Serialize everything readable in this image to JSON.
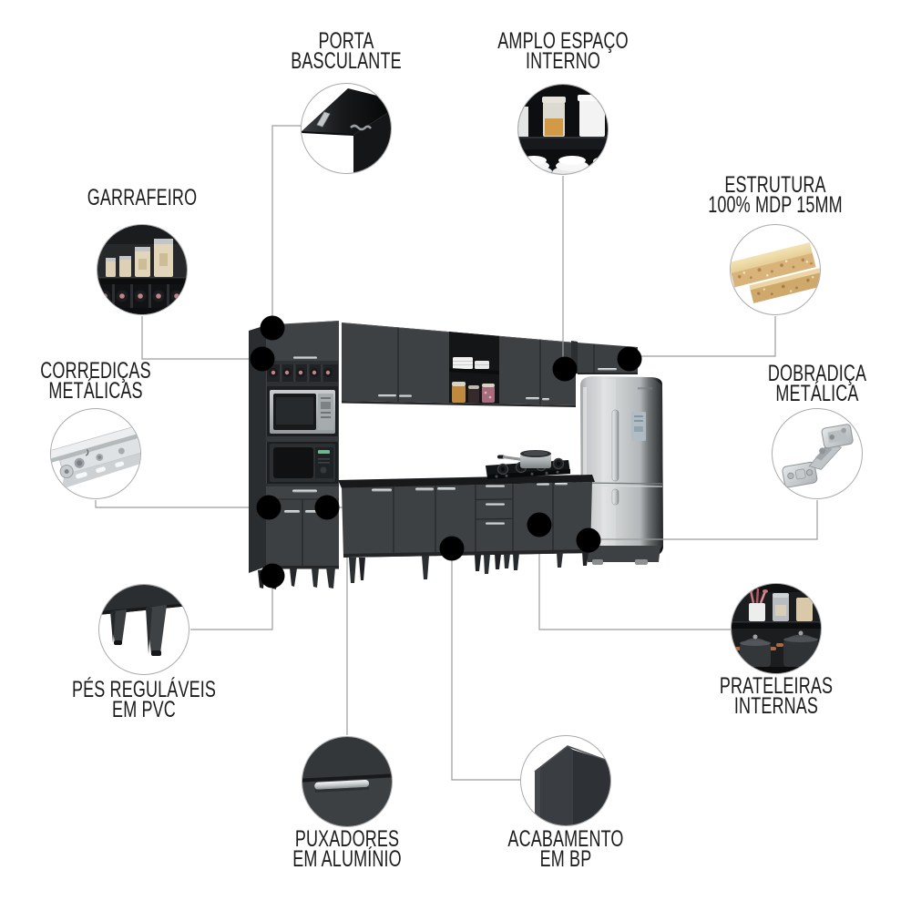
{
  "page": {
    "type": "product-feature-diagram",
    "product": "modular kitchen cabinet set with refrigerator",
    "background_color": "#ffffff",
    "connector_line_color": "#9c9c9c",
    "anchor_dot_color": "#000000",
    "label_text_color": "#1c1c1c",
    "cabinet_color": "#3f4245",
    "cabinet_dark_color": "#26282b",
    "aluminum_color": "#c6cacd",
    "fridge_color": "#c6c9cb",
    "mdp_wood_color": "#d8b47b"
  },
  "callouts": [
    {
      "id": "porta-basculante",
      "label": "PORTA\nBASCULANTE",
      "icon": "flip-door-icon"
    },
    {
      "id": "amplo-espaco-interno",
      "label": "AMPLO ESPAÇO\nINTERNO",
      "icon": "shelves-dishes-icon"
    },
    {
      "id": "garrafeiro",
      "label": "GARRAFEIRO",
      "icon": "bottle-rack-icon"
    },
    {
      "id": "estrutura-mdp",
      "label": "ESTRUTURA\n100% MDP 15MM",
      "icon": "mdp-board-icon"
    },
    {
      "id": "corredicas-metalicas",
      "label": "CORREDIÇAS\nMETÁLICAS",
      "icon": "drawer-slide-icon"
    },
    {
      "id": "dobradica-metalica",
      "label": "DOBRADIÇA\nMETÁLICA",
      "icon": "metal-hinge-icon"
    },
    {
      "id": "pes-regulaveis",
      "label": "PÉS REGULÁVEIS\nEM PVC",
      "icon": "adjustable-feet-icon"
    },
    {
      "id": "prateleiras-internas",
      "label": "PRATELEIRAS\nINTERNAS",
      "icon": "internal-shelves-icon"
    },
    {
      "id": "puxadores-aluminio",
      "label": "PUXADORES\nEM ALUMÍNIO",
      "icon": "aluminum-handle-icon"
    },
    {
      "id": "acabamento-bp",
      "label": "ACABAMENTO\nEM BP",
      "icon": "bp-finish-icon"
    }
  ]
}
